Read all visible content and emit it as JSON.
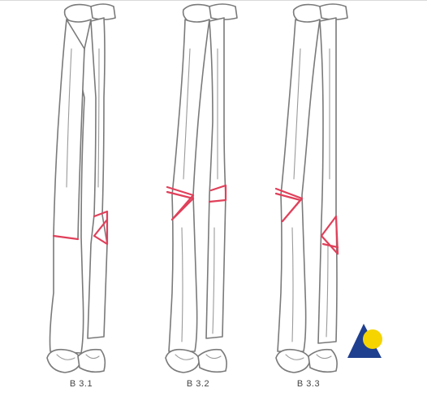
{
  "panels": [
    {
      "label": "B 3.1",
      "icon": "radius-ulna-fracture-icon"
    },
    {
      "label": "B 3.2",
      "icon": "radius-ulna-fracture-icon"
    },
    {
      "label": "B 3.3",
      "icon": "radius-ulna-fracture-icon"
    }
  ],
  "colors": {
    "fracture": "#e0405a",
    "bone_outline": "#7a7a7a",
    "logo_blue": "#1f3f8f",
    "logo_yellow": "#f5d400"
  },
  "logo": {
    "icon": "triangle-circle-logo-icon"
  }
}
